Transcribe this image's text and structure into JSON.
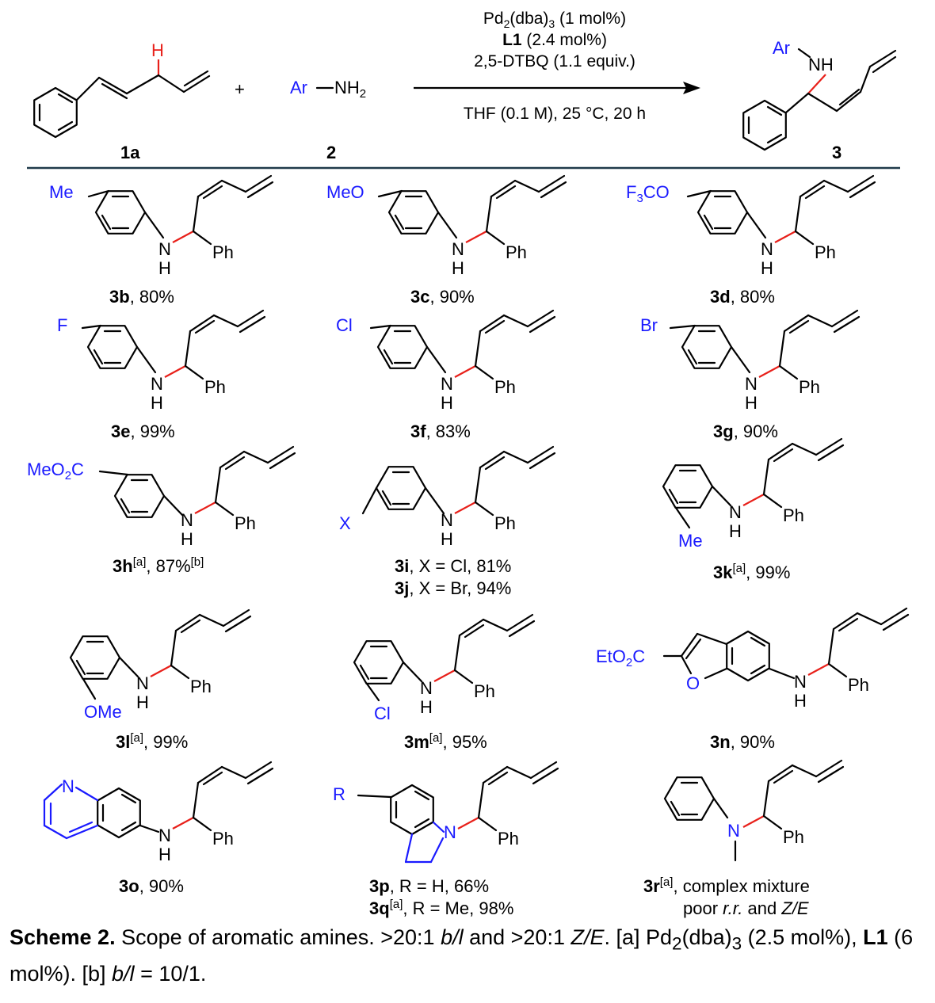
{
  "colors": {
    "bond": "#000000",
    "hetero": "#1a1aff",
    "highlight": "#e8201a",
    "divider": "#1f3a4a"
  },
  "reaction": {
    "reactant1": {
      "label": "1a",
      "h": "H"
    },
    "plus": "+",
    "reactant2": {
      "label": "2",
      "ar": "Ar",
      "bond": "—",
      "nh": "NH",
      "sub2": "2"
    },
    "product": {
      "label": "3",
      "ar": "Ar",
      "nh": "NH"
    },
    "conditions_above": [
      {
        "main": "Pd",
        "sub": "2",
        "rest": "(dba)",
        "sub2": "3",
        "tail": " (1 mol%)"
      },
      {
        "bold": "L1",
        "tail": " (2.4 mol%)"
      },
      {
        "tail": "2,5-DTBQ (1.1 equiv.)"
      }
    ],
    "conditions_below": "THF (0.1 M), 25 °C, 20 h"
  },
  "atoms": {
    "N": "N",
    "H": "H",
    "Ph": "Ph",
    "O": "O"
  },
  "compounds": [
    {
      "id": "3b",
      "sub": "Me",
      "caption_tail": ", 80%"
    },
    {
      "id": "3c",
      "sub": "MeO",
      "caption_tail": ", 90%"
    },
    {
      "id": "3d",
      "sub_a": "F",
      "sub_b": "3",
      "sub_c": "CO",
      "caption_tail": ", 80%"
    },
    {
      "id": "3e",
      "sub": "F",
      "caption_tail": ", 99%"
    },
    {
      "id": "3f",
      "sub": "Cl",
      "caption_tail": ", 83%"
    },
    {
      "id": "3g",
      "sub": "Br",
      "caption_tail": ", 90%"
    },
    {
      "id": "3h",
      "sub_a": "MeO",
      "sub_b": "2",
      "sub_c": "C",
      "sup": "[a]",
      "caption_mid": ", 87%",
      "sup2": "[b]"
    },
    {
      "id": "3i",
      "sub": "X",
      "caption_tail": ", X = Cl, 81%"
    },
    {
      "id": "3j",
      "caption_tail": ", X = Br, 94%"
    },
    {
      "id": "3k",
      "sub": "Me",
      "sup": "[a]",
      "caption_tail": ", 99%"
    },
    {
      "id": "3l",
      "sub": "OMe",
      "sup": "[a]",
      "caption_tail": ", 99%"
    },
    {
      "id": "3m",
      "sub": "Cl",
      "sup": "[a]",
      "caption_tail": ", 95%"
    },
    {
      "id": "3n",
      "sub_a": "EtO",
      "sub_b": "2",
      "sub_c": "C",
      "caption_tail": ", 90%"
    },
    {
      "id": "3o",
      "caption_tail": ", 90%"
    },
    {
      "id": "3p",
      "sub": "R",
      "caption_tail": ", R = H, 66%"
    },
    {
      "id": "3q",
      "sup": "[a]",
      "caption_tail": ", R = Me, 98%"
    },
    {
      "id": "3r",
      "sup": "[a]",
      "caption_tail": ", complex mixture",
      "line2_a": "poor ",
      "line2_b": "r.r.",
      "line2_c": " and ",
      "line2_d": "Z/E"
    }
  ],
  "caption": {
    "label": "Scheme 2.",
    "t1": " Scope of aromatic amines. >20:1 ",
    "bl": "b/l",
    "t2": " and >20:1 ",
    "ze": "Z/E",
    "t3": ". [a] Pd",
    "s1": "2",
    "t4": "(dba)",
    "s2": "3",
    "t5": " (2.5 mol%), ",
    "l1": "L1",
    "t6": " (6 mol%). [b] ",
    "bl2": "b/l",
    "t7": " = 10/1."
  }
}
